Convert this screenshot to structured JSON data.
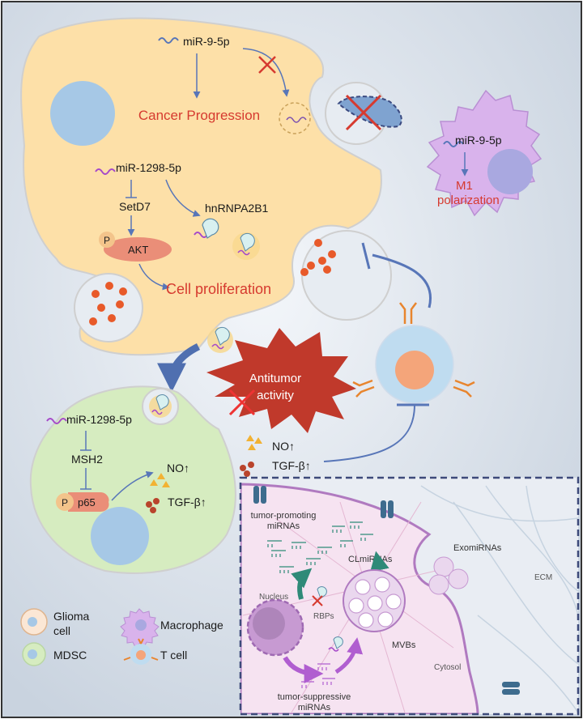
{
  "glioma": {
    "mir95p": "miR-9-5p",
    "cancer_progression": "Cancer Progression",
    "mir1298": "miR-1298-5p",
    "setd7": "SetD7",
    "hnrnpa2b1": "hnRNPA2B1",
    "p": "P",
    "akt": "AKT",
    "cell_proliferation": "Cell proliferation"
  },
  "macrophage": {
    "mir95p": "miR-9-5p",
    "m1_line1": "M1",
    "m1_line2": "polarization"
  },
  "antitumor": {
    "line1": "Antitumor",
    "line2": "activity"
  },
  "tcell_secretion": {
    "no": "NO↑",
    "tgf": "TGF-β↑"
  },
  "mdsc": {
    "mir1298": "miR-1298-5p",
    "msh2": "MSH2",
    "p": "P",
    "p65": "p65",
    "no": "NO↑",
    "tgf": "TGF-β↑"
  },
  "inset": {
    "tumor_promoting": [
      "tumor-promoting",
      "miRNAs"
    ],
    "clmirnas": "CLmiRNAs",
    "exomirnas": "ExomiRNAs",
    "ecm": "ECM",
    "nucleus": "Nucleus",
    "rbps": "RBPs",
    "mvbs": "MVBs",
    "cytosol": "Cytosol",
    "tumor_suppressive": [
      "tumor-suppressive",
      "miRNAs"
    ]
  },
  "legend": {
    "glioma": [
      "Glioma",
      "cell"
    ],
    "macrophage": "Macrophage",
    "mdsc": "MDSC",
    "tcell": "T cell"
  },
  "colors": {
    "glioma_fill": "#fde0a8",
    "macrophage_fill": "#d9b3ec",
    "mdsc_fill": "#d6ecc0",
    "nucleus_blue": "#a6c8e6",
    "label_red": "#d63a2f",
    "arrow_blue": "#5876b8",
    "burst_red": "#c0392b",
    "inset_fill": "#f6e3f1"
  }
}
